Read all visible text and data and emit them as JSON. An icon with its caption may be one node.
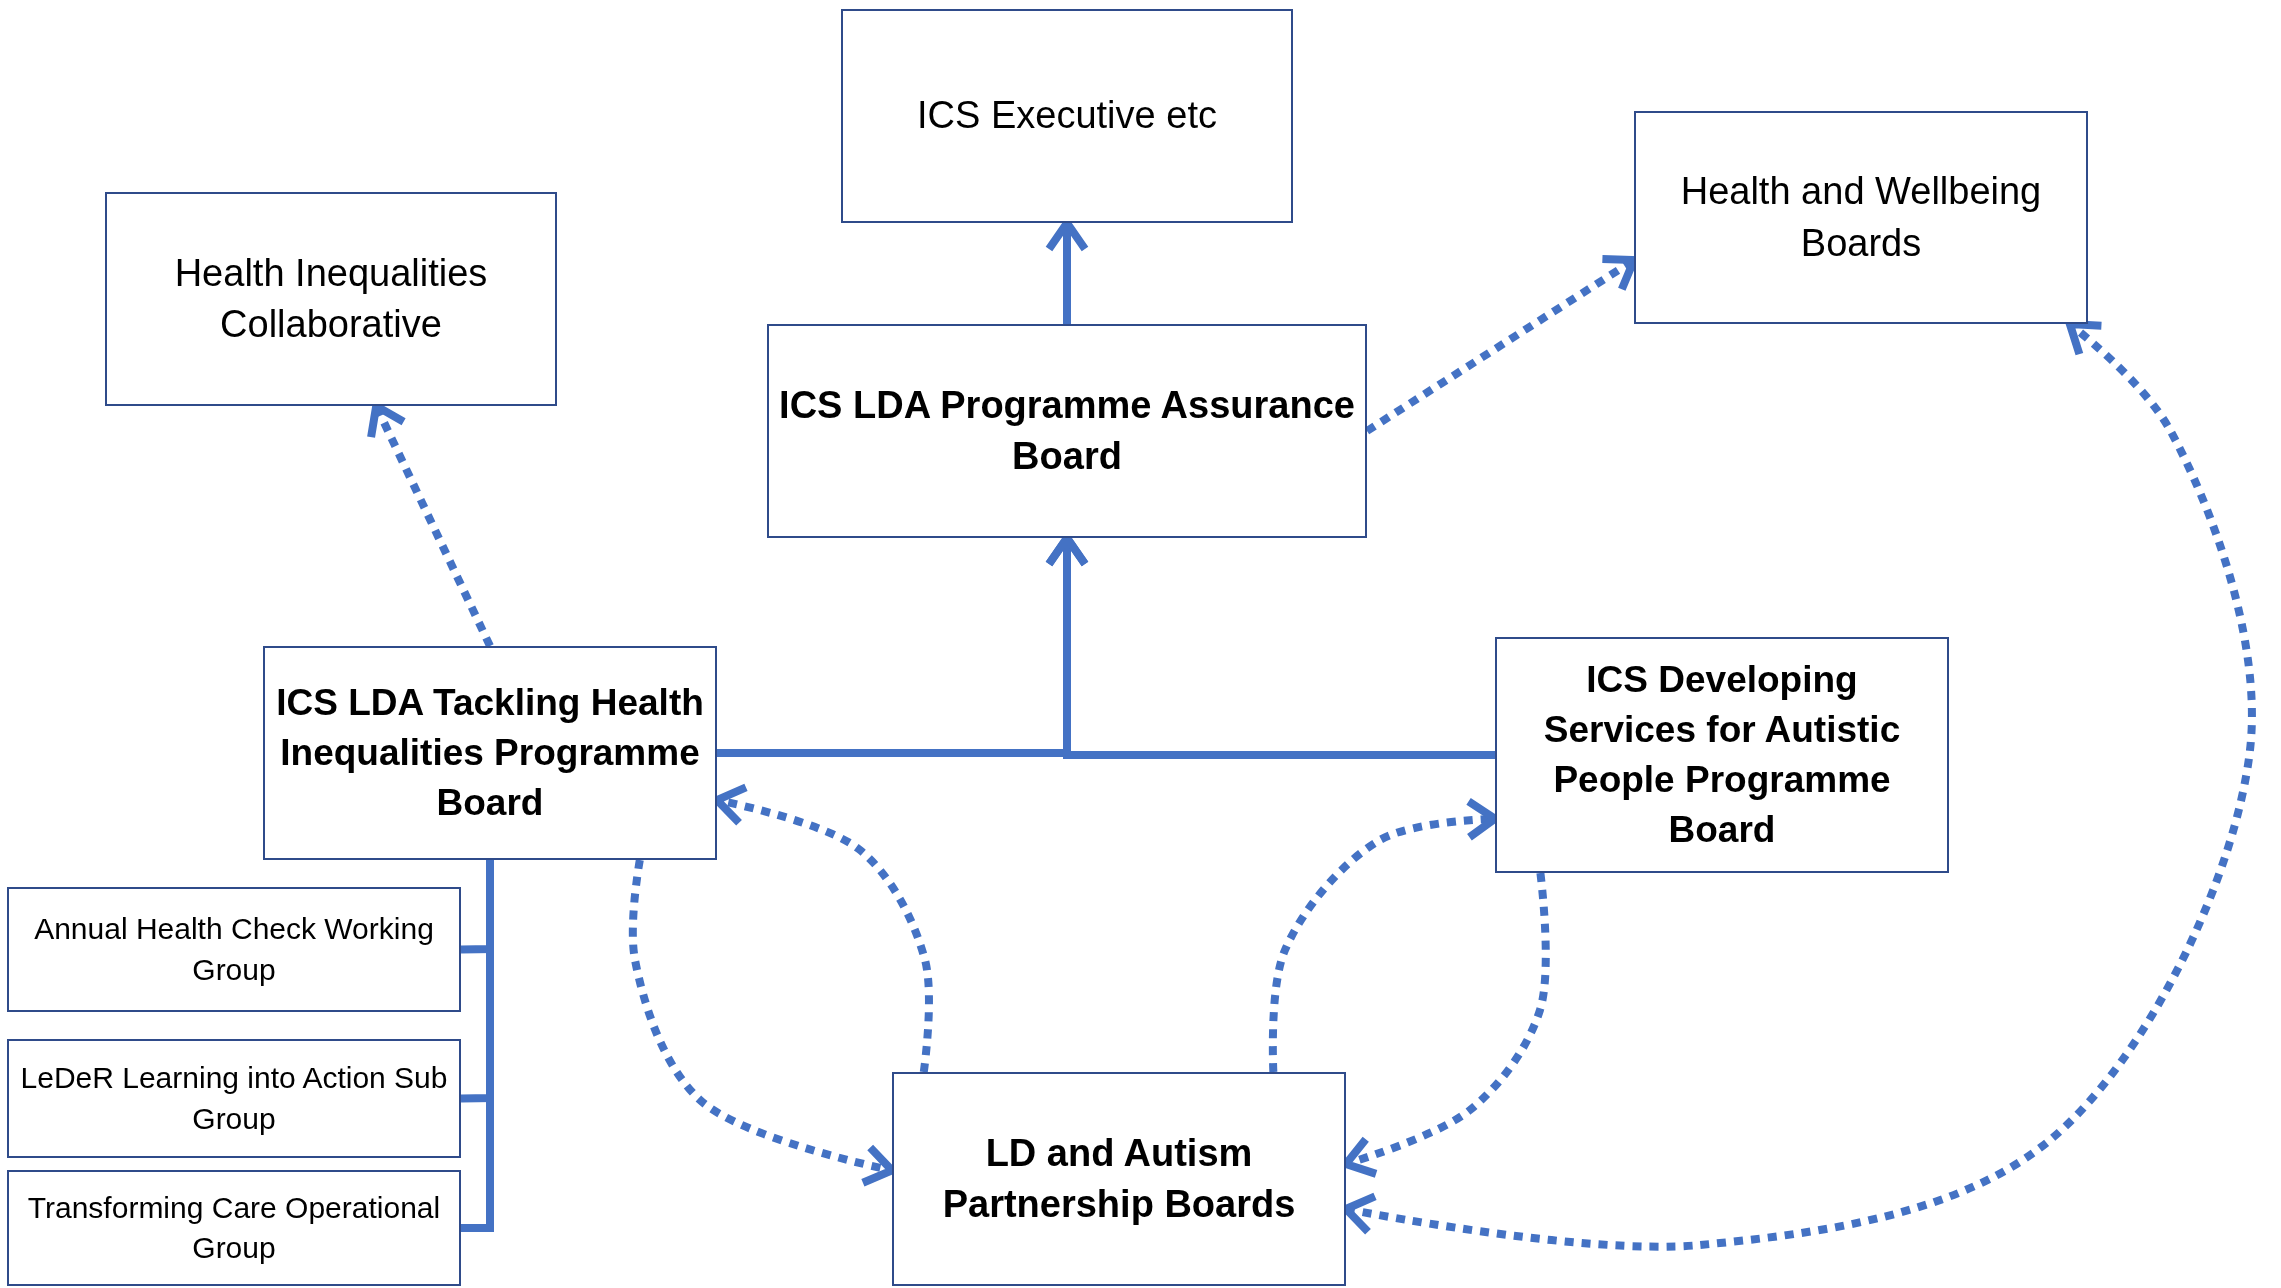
{
  "diagram": {
    "nodes": [
      {
        "text": [
          "ICS Executive etc"
        ]
      },
      {
        "text": [
          "Health and Wellbeing Boards"
        ]
      },
      {
        "text": [
          "Health Inequalities Collaborative"
        ]
      },
      {
        "text": [
          "ICS LDA Programme Assurance Board"
        ]
      },
      {
        "text": [
          "ICS LDA Tackling Health Inequalities Programme Board"
        ]
      },
      {
        "text": [
          "ICS Developing Services for Autistic People Programme Board"
        ]
      },
      {
        "text": [
          "Annual Health Check Working Group"
        ]
      },
      {
        "text": [
          "LeDeR Learning into Action Sub Group"
        ]
      },
      {
        "text": [
          "Transforming Care Operational Group"
        ]
      },
      {
        "text": [
          "LD and Autism Partnership Boards"
        ]
      }
    ],
    "edges": [
      {
        "from": 3,
        "to": 0,
        "arrow": "to"
      },
      {
        "from": 4,
        "to": 3,
        "arrow": "to"
      },
      {
        "from": 5,
        "to": 3,
        "arrow": "to"
      },
      {
        "from": 3,
        "to": 1,
        "arrow": "to",
        "style": "dashed"
      },
      {
        "from": 4,
        "to": 2,
        "arrow": "to",
        "style": "dashed"
      },
      {
        "from": 4,
        "to": 9,
        "arrow": "to",
        "style": "dashed"
      },
      {
        "from": 9,
        "to": 4,
        "arrow": "to",
        "style": "dashed"
      },
      {
        "from": 9,
        "to": 5,
        "arrow": "to",
        "style": "dashed"
      },
      {
        "from": 5,
        "to": 9,
        "arrow": "to",
        "style": "dashed"
      },
      {
        "from": 9,
        "to": 1,
        "arrow": "both",
        "style": "dashed"
      },
      {
        "from": 4,
        "to": 6,
        "arrow": "none"
      },
      {
        "from": 4,
        "to": 7,
        "arrow": "none"
      },
      {
        "from": 4,
        "to": 8,
        "arrow": "none"
      }
    ]
  }
}
